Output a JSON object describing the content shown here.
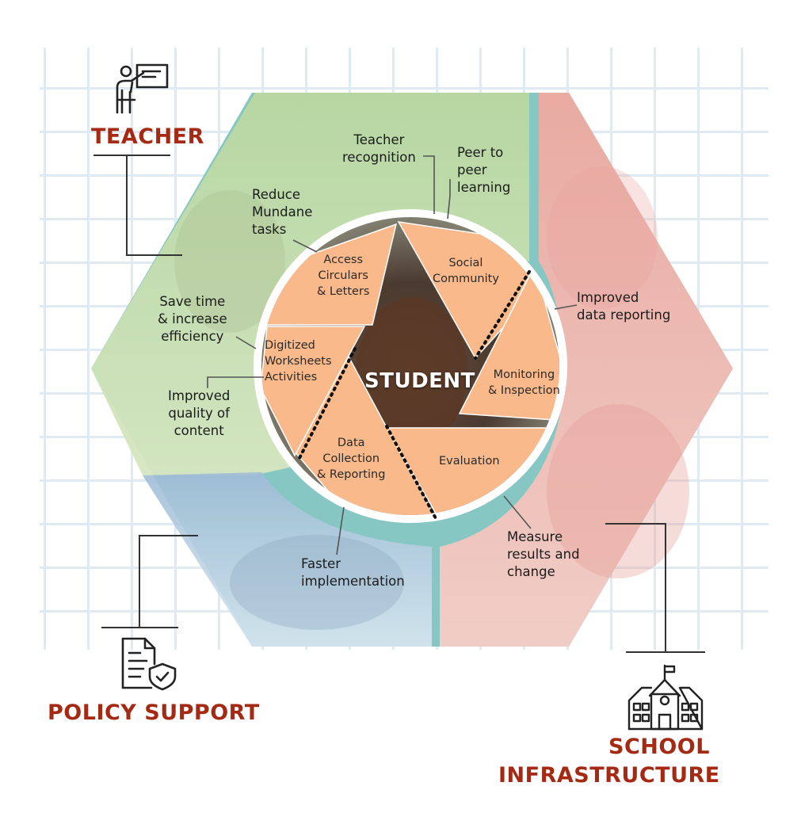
{
  "headers": {
    "teacher": "TEACHER",
    "policy": "POLICY SUPPORT",
    "school_line1": "SCHOOL",
    "school_line2": "INFRASTRUCTURE"
  },
  "center": {
    "label": "STUDENT"
  },
  "segments": [
    {
      "lines": [
        "Access",
        "Circulars",
        "& Letters"
      ]
    },
    {
      "lines": [
        "Social",
        "Community"
      ]
    },
    {
      "lines": [
        "Monitoring",
        "& Inspection"
      ]
    },
    {
      "lines": [
        "Evaluation"
      ]
    },
    {
      "lines": [
        "Data",
        "Collection",
        "& Reporting"
      ]
    },
    {
      "lines": [
        "Digitized",
        "Worksheets",
        "Activities"
      ]
    }
  ],
  "outer_labels": {
    "teacher_recognition": [
      "Teacher",
      "recognition"
    ],
    "peer_learning": [
      "Peer to",
      "peer",
      "learning"
    ],
    "reduce_mundane": [
      "Reduce",
      "Mundane",
      "tasks"
    ],
    "save_time": [
      "Save time",
      "& increase",
      "efficiency"
    ],
    "improved_quality": [
      "Improved",
      "quality of",
      "content"
    ],
    "improved_reporting": [
      "Improved",
      "data reporting"
    ],
    "measure_results": [
      "Measure",
      "results and",
      "change"
    ],
    "faster_implementation": [
      "Faster",
      "implementation"
    ]
  },
  "icons": {
    "teacher": "teacher-whiteboard-icon",
    "policy": "policy-document-shield-icon",
    "school": "school-building-icon"
  },
  "colors": {
    "header_red": "#a52a14",
    "segment_orange": "#f9b98a",
    "teal_frame": "#86c7c4",
    "green_panel": "#c8dcb0",
    "pink_panel": "#f2b7b0"
  }
}
